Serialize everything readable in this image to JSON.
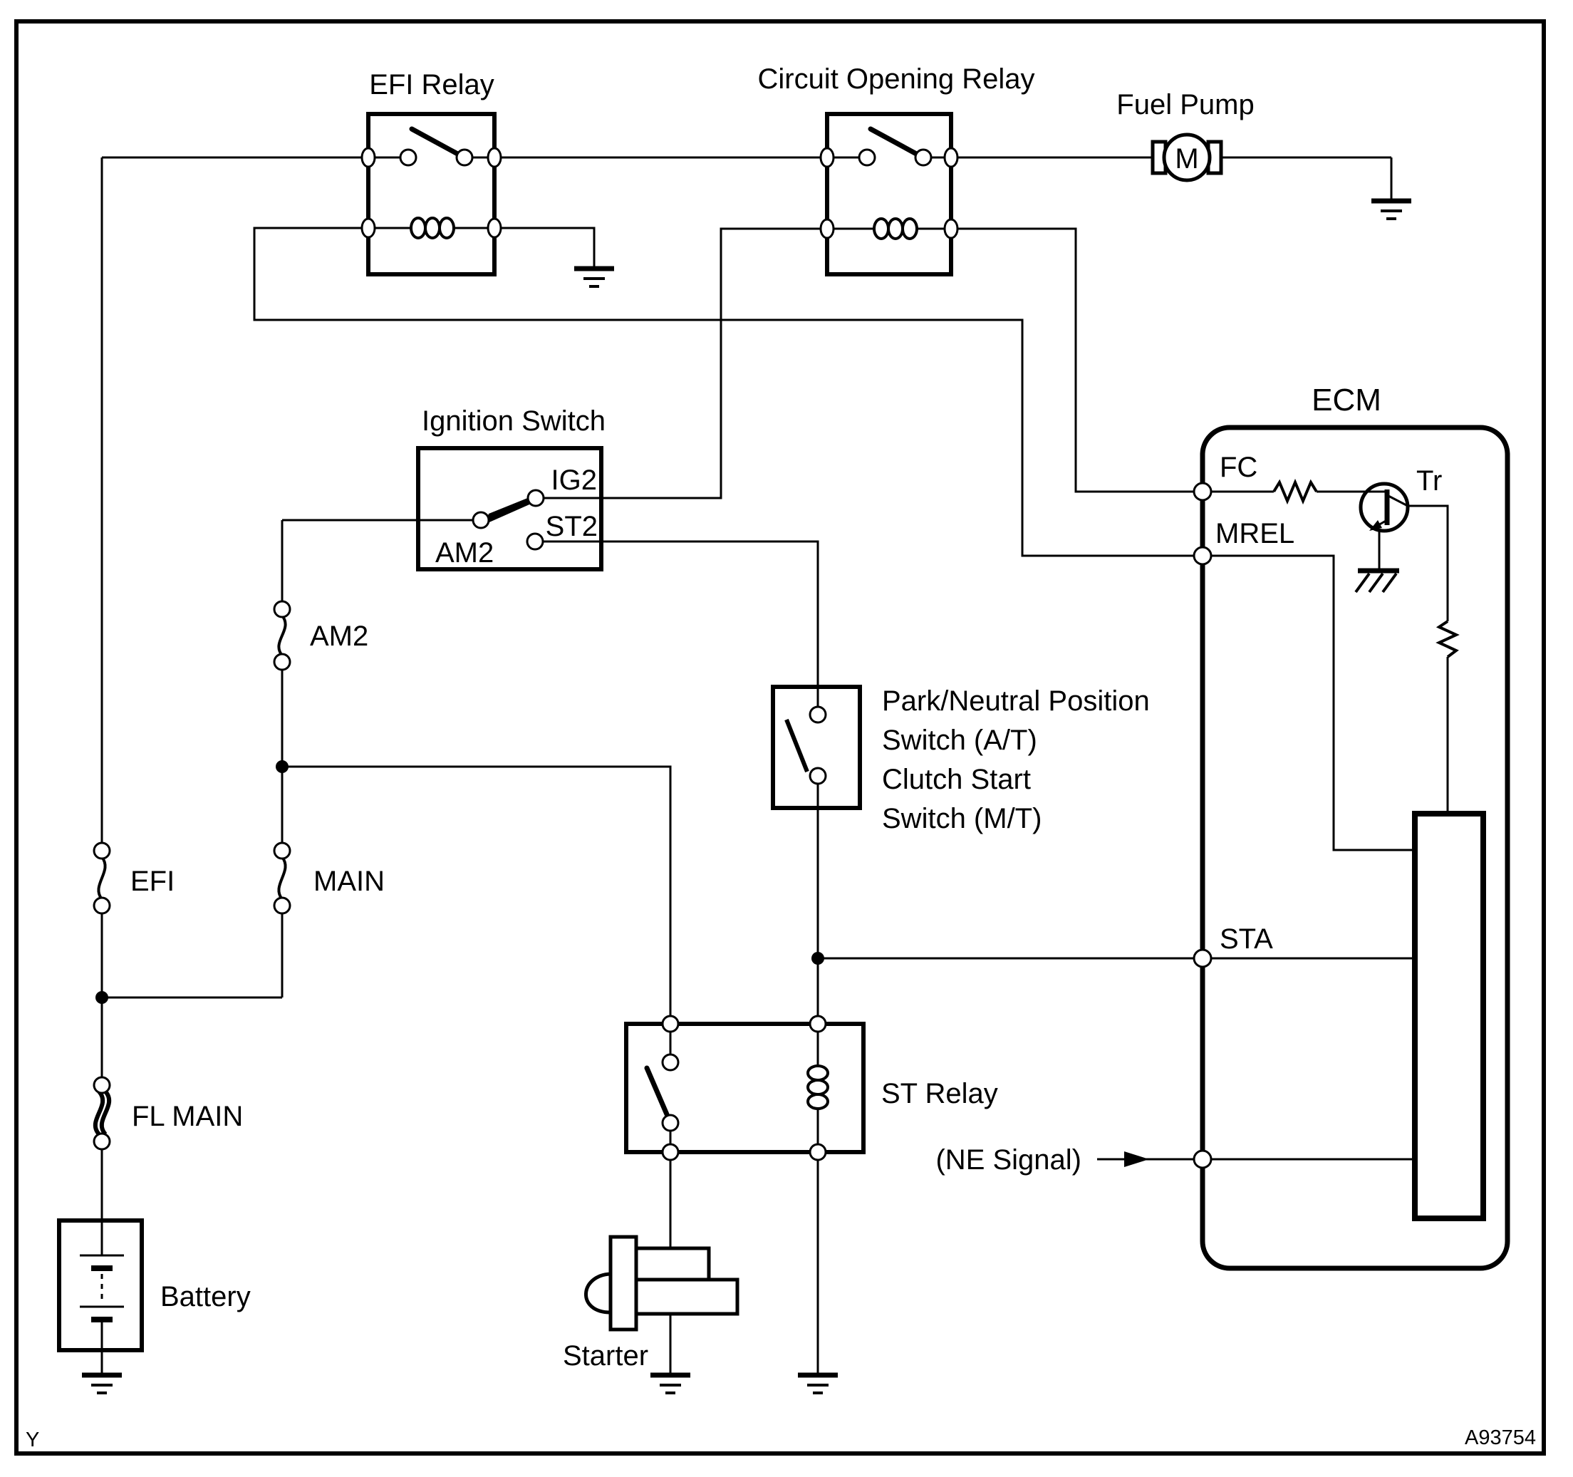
{
  "diagram_type": "automotive wiring diagram (fuel pump circuit)",
  "colors": {
    "line": "#000000",
    "background": "#ffffff"
  },
  "labels": {
    "efi_relay": "EFI Relay",
    "circuit_opening_relay": "Circuit Opening Relay",
    "fuel_pump": "Fuel Pump",
    "motor": "M",
    "ignition_switch": "Ignition Switch",
    "ig2": "IG2",
    "st2": "ST2",
    "am2_terminal": "AM2",
    "am2_fuse": "AM2",
    "efi_fuse": "EFI",
    "main_fuse": "MAIN",
    "fl_main_fuse": "FL MAIN",
    "battery": "Battery",
    "ecm": "ECM",
    "fc": "FC",
    "mrel": "MREL",
    "sta": "STA",
    "tr": "Tr",
    "pnp_line1": "Park/Neutral Position",
    "pnp_line2": "Switch (A/T)",
    "pnp_line3": "Clutch Start",
    "pnp_line4": "Switch (M/T)",
    "st_relay": "ST Relay",
    "ne_signal": "(NE Signal)",
    "starter": "Starter",
    "page_code": "Y",
    "figure_id": "A93754"
  }
}
